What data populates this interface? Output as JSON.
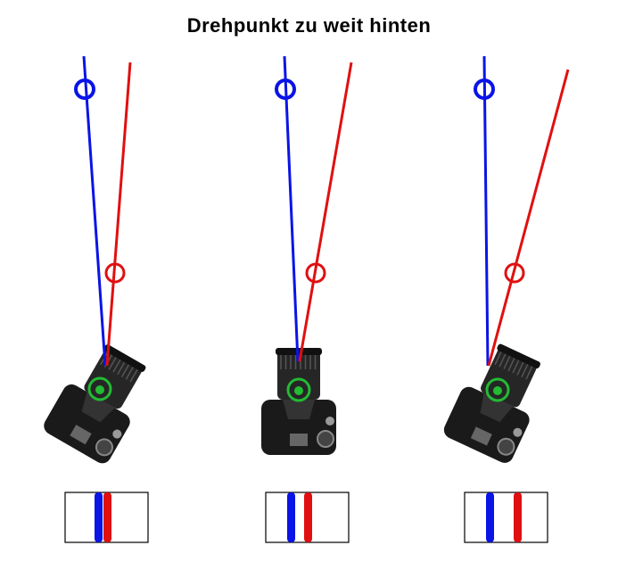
{
  "title": "Drehpunkt zu weit hinten",
  "colors": {
    "blue": "#0a14e6",
    "red": "#e01010",
    "green": "#22bb33",
    "camera": "#1a1a1a"
  },
  "panels": [
    {
      "name": "left",
      "camera_rotation_deg": 30
    },
    {
      "name": "center",
      "camera_rotation_deg": 0
    },
    {
      "name": "right",
      "camera_rotation_deg": 25
    }
  ]
}
